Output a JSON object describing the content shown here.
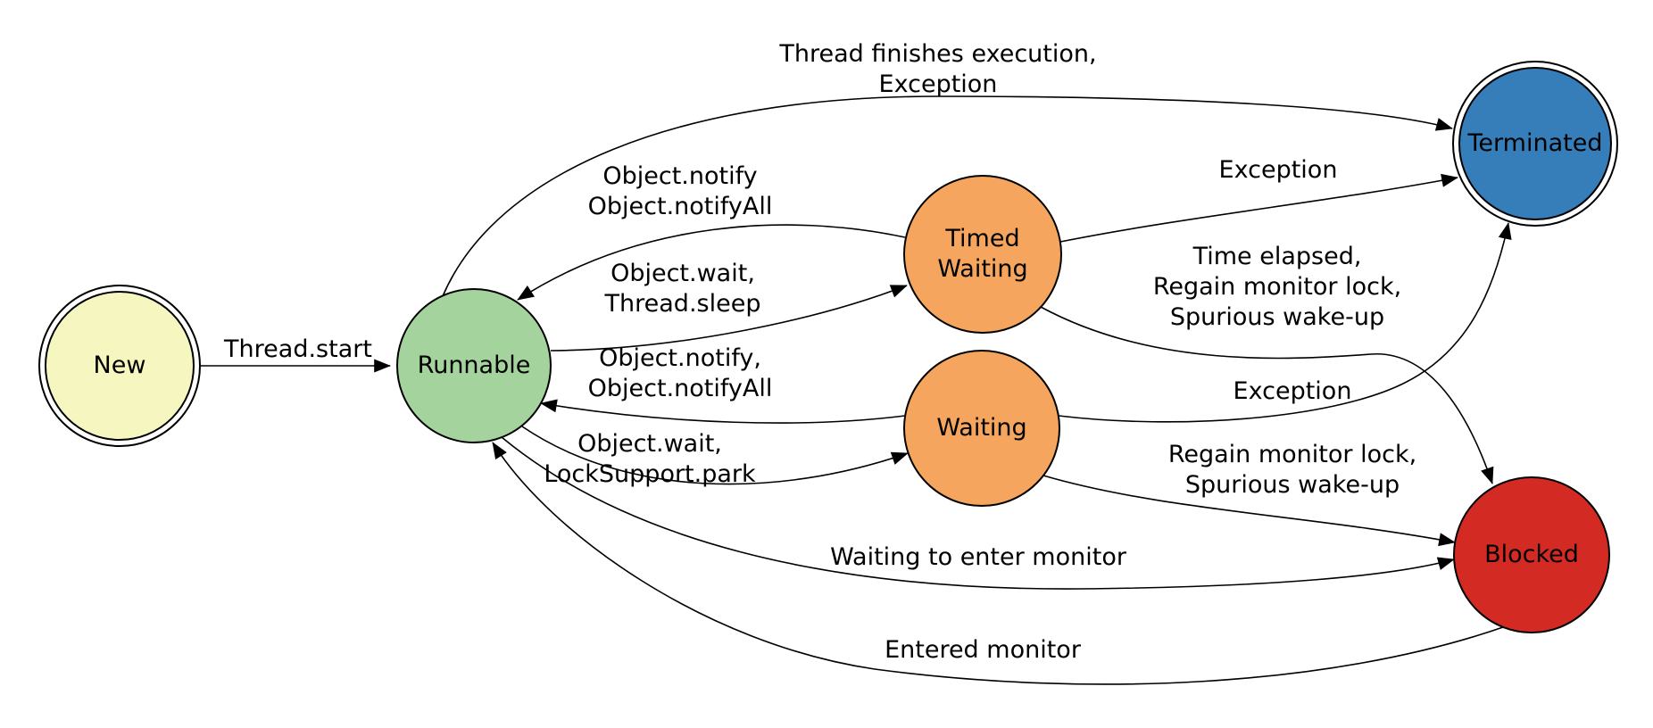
{
  "diagram_type": "state-diagram",
  "nodes": {
    "new": {
      "label": "New",
      "fill": "#f6f6c1",
      "shape": "doublecircle"
    },
    "runnable": {
      "label": "Runnable",
      "fill": "#a5d39d",
      "shape": "circle"
    },
    "timed_waiting": {
      "label": "Timed\nWaiting",
      "fill": "#f5a55d",
      "shape": "circle"
    },
    "waiting": {
      "label": "Waiting",
      "fill": "#f5a55d",
      "shape": "circle"
    },
    "terminated": {
      "label": "Terminated",
      "fill": "#357eba",
      "shape": "doublecircle"
    },
    "blocked": {
      "label": "Blocked",
      "fill": "#d32b24",
      "shape": "circle"
    }
  },
  "edges": {
    "new_runnable": {
      "from": "New",
      "to": "Runnable",
      "label": "Thread.start"
    },
    "runnable_terminated": {
      "from": "Runnable",
      "to": "Terminated",
      "label": "Thread finishes execution,\nException"
    },
    "timed_waiting_runnable": {
      "from": "Timed Waiting",
      "to": "Runnable",
      "label": "Object.notify\nObject.notifyAll"
    },
    "runnable_timed_waiting": {
      "from": "Runnable",
      "to": "Timed Waiting",
      "label": "Object.wait,\nThread.sleep"
    },
    "waiting_runnable": {
      "from": "Waiting",
      "to": "Runnable",
      "label": "Object.notify,\nObject.notifyAll"
    },
    "runnable_waiting": {
      "from": "Runnable",
      "to": "Waiting",
      "label": "Object.wait,\nLockSupport.park"
    },
    "timed_waiting_terminated": {
      "from": "Timed Waiting",
      "to": "Terminated",
      "label": "Exception"
    },
    "timed_waiting_blocked": {
      "from": "Timed Waiting",
      "to": "Blocked",
      "label": "Time elapsed,\nRegain monitor lock,\nSpurious wake-up"
    },
    "waiting_terminated": {
      "from": "Waiting",
      "to": "Terminated",
      "label": "Exception"
    },
    "waiting_blocked": {
      "from": "Waiting",
      "to": "Blocked",
      "label": "Regain monitor lock,\nSpurious wake-up"
    },
    "runnable_blocked": {
      "from": "Runnable",
      "to": "Blocked",
      "label": "Waiting to enter monitor"
    },
    "blocked_runnable": {
      "from": "Blocked",
      "to": "Runnable",
      "label": "Entered monitor"
    }
  },
  "colors": {
    "stroke": "#000000",
    "background": "#ffffff"
  }
}
